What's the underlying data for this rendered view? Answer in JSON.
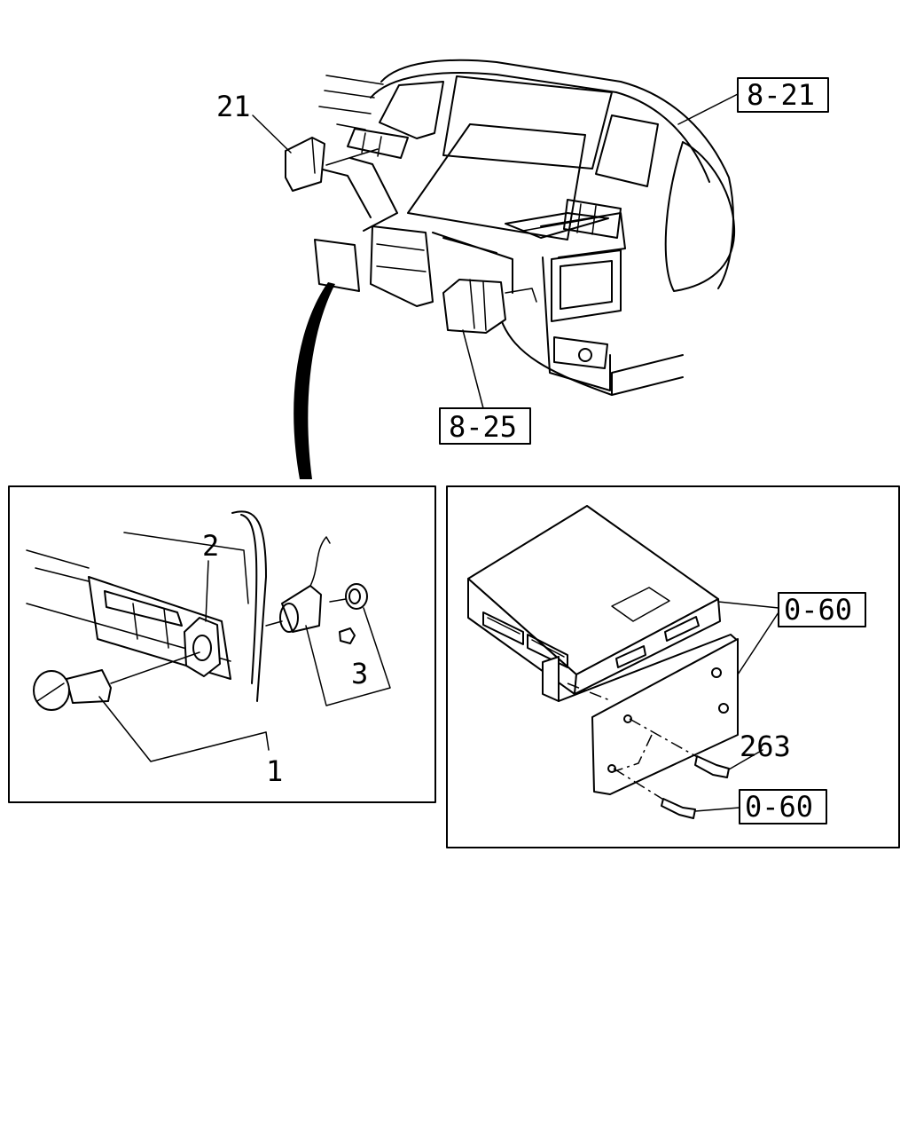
{
  "callouts": {
    "part_21": "21",
    "ref_8_21": "8-21",
    "ref_8_25": "8-25",
    "part_2": "2",
    "part_3": "3",
    "part_1": "1",
    "ref_0_60_top": "0-60",
    "part_263": "263",
    "ref_0_60_bottom": "0-60"
  }
}
